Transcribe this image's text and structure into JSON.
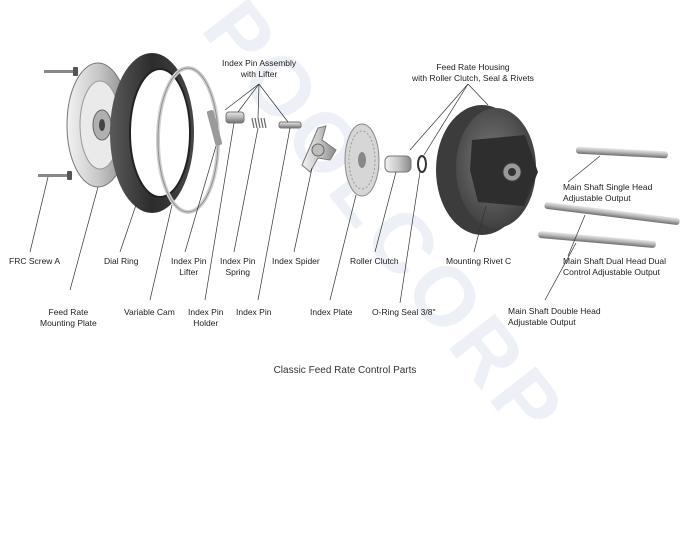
{
  "caption": "Classic Feed Rate Control Parts",
  "watermark": "POOLCORP",
  "labels": {
    "index_pin_assembly": [
      "Index Pin Assembly",
      "with Lifter"
    ],
    "feed_rate_housing": [
      "Feed Rate Housing",
      "with Roller Clutch, Seal & Rivets"
    ],
    "frc_screw_a": [
      "FRC Screw A"
    ],
    "dial_ring": [
      "Dial Ring"
    ],
    "feed_rate_mounting_plate": [
      "Feed Rate",
      "Mounting Plate"
    ],
    "variable_cam": [
      "Variable Cam"
    ],
    "index_pin_lifter": [
      "Index Pin",
      "Lifter"
    ],
    "index_pin_holder": [
      "Index Pin",
      "Holder"
    ],
    "index_pin_spring": [
      "Index Pin",
      "Spring"
    ],
    "index_pin": [
      "Index Pin"
    ],
    "index_spider": [
      "Index Spider"
    ],
    "index_plate": [
      "Index Plate"
    ],
    "roller_clutch": [
      "Roller Clutch"
    ],
    "o_ring_seal": [
      "O-Ring Seal 3/8\""
    ],
    "mounting_rivet_c": [
      "Mounting Rivet C"
    ],
    "main_shaft_single": [
      "Main Shaft Single Head",
      "Adjustable Output"
    ],
    "main_shaft_dual": [
      "Main Shaft Dual Head Dual",
      "Control Adjustable Output"
    ],
    "main_shaft_double": [
      "Main Shaft Double Head",
      "Adjustable Output"
    ]
  },
  "colors": {
    "text": "#222222",
    "metal_light": "#dcdcdc",
    "metal_mid": "#a8a8a8",
    "metal_dark": "#505050",
    "dial_ring": "#3a3a3a",
    "watermark": "#8c9cd0"
  }
}
